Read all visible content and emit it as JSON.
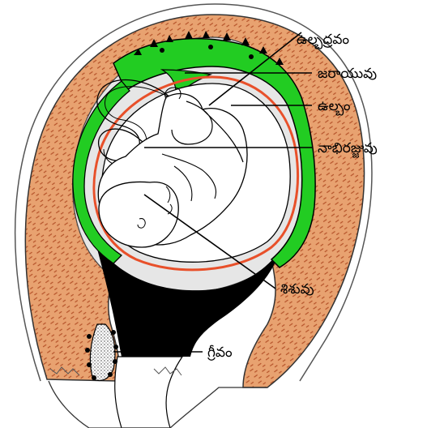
{
  "labels": {
    "amniotic_fluid": "ఉల్బద్రవం",
    "placenta": "జరాయువు",
    "amnion": "ఉల్బం",
    "umbilical_cord": "నాభిరజ్జువు",
    "baby": "శిశువు",
    "cervix": "గ్రీవం"
  },
  "colors": {
    "uterine_wall": "#e8a270",
    "wall_dashes": "#b5532a",
    "placenta": "#22cc22",
    "amnion_line": "#e8502a",
    "dark": "#000000"
  }
}
